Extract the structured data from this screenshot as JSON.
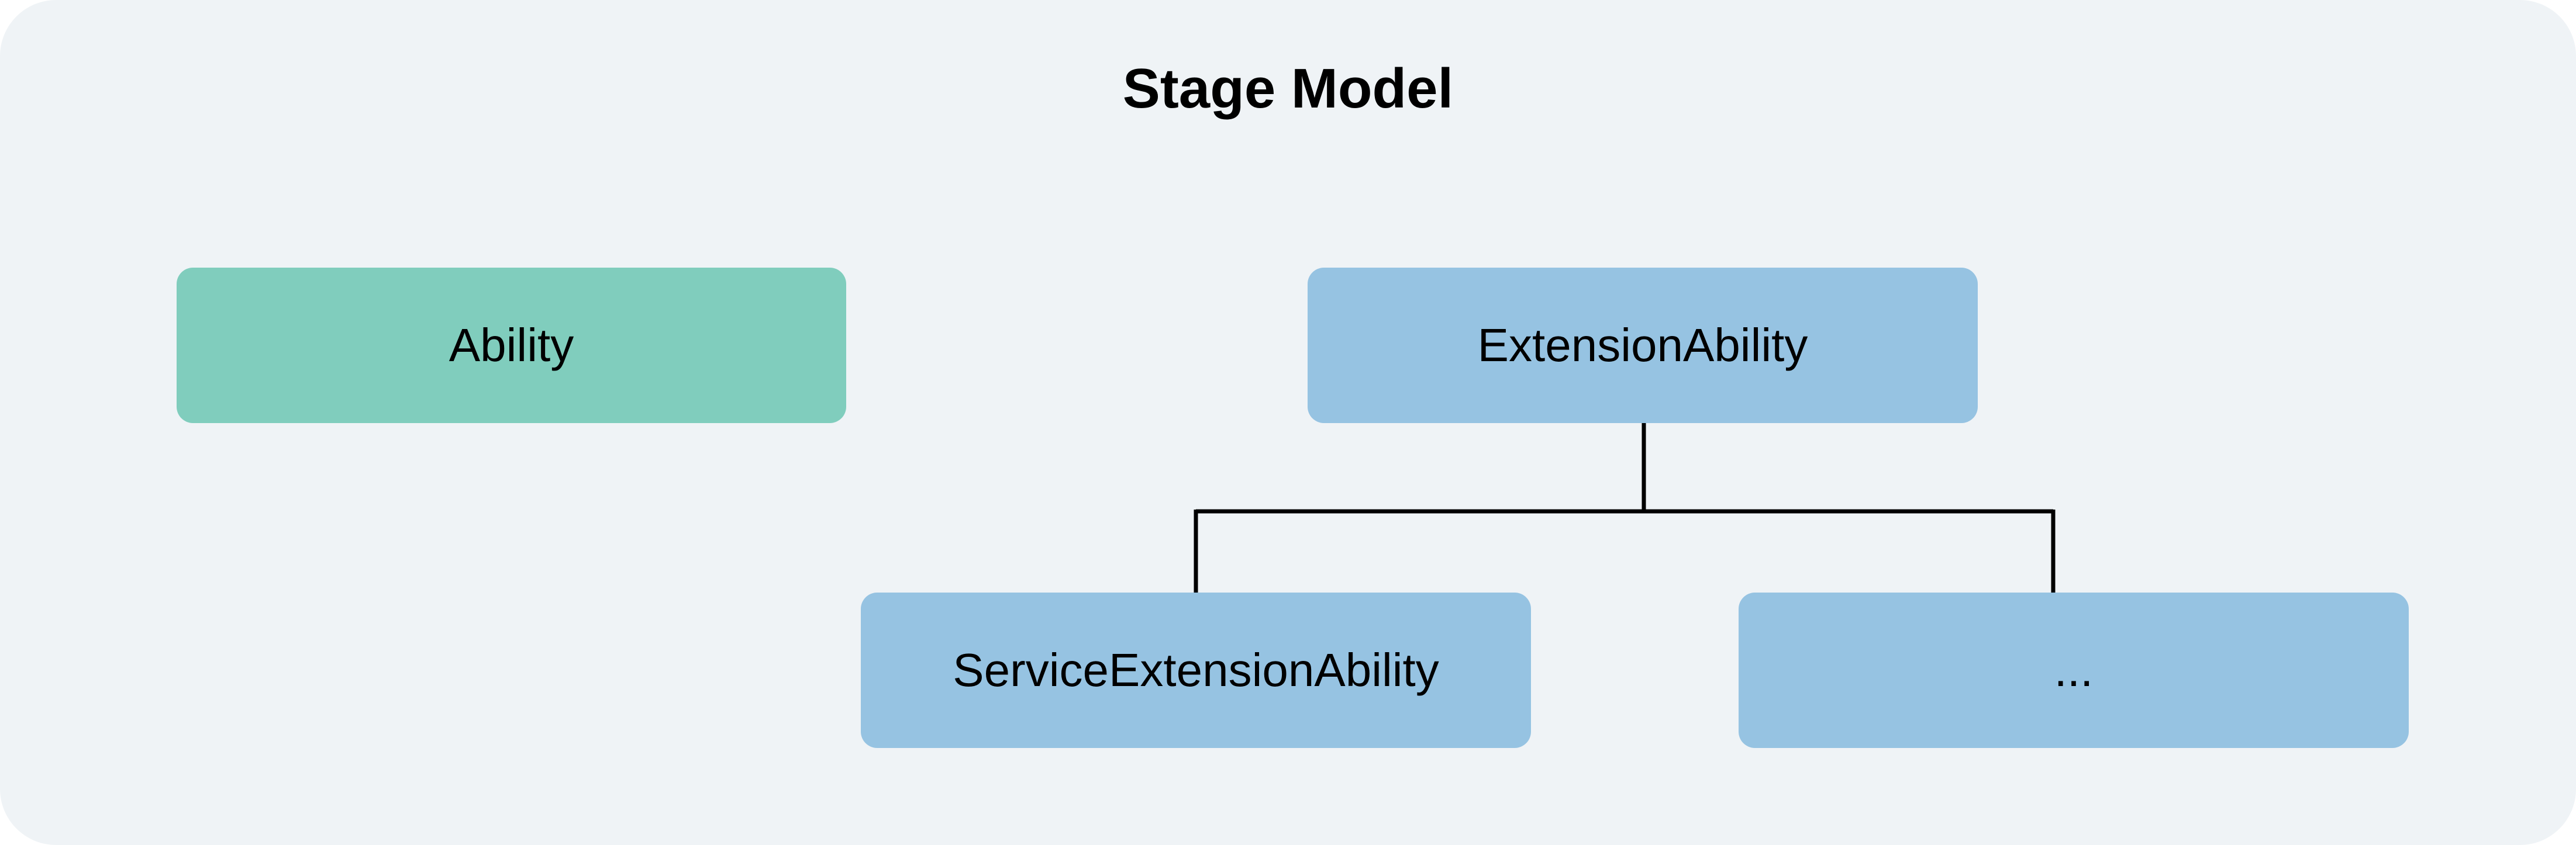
{
  "diagram": {
    "title": "Stage Model",
    "colors": {
      "background": "#eff3f6",
      "ability_fill": "#80cdbd",
      "extension_fill": "#96c3e2",
      "line": "#000000",
      "text": "#000000"
    },
    "nodes": {
      "ability": {
        "label": "Ability"
      },
      "extension_ability": {
        "label": "ExtensionAbility"
      },
      "service_extension_ability": {
        "label": "ServiceExtensionAbility"
      },
      "more": {
        "label": "..."
      }
    },
    "edges": [
      {
        "from": "extension_ability",
        "to": "service_extension_ability"
      },
      {
        "from": "extension_ability",
        "to": "more"
      }
    ]
  }
}
